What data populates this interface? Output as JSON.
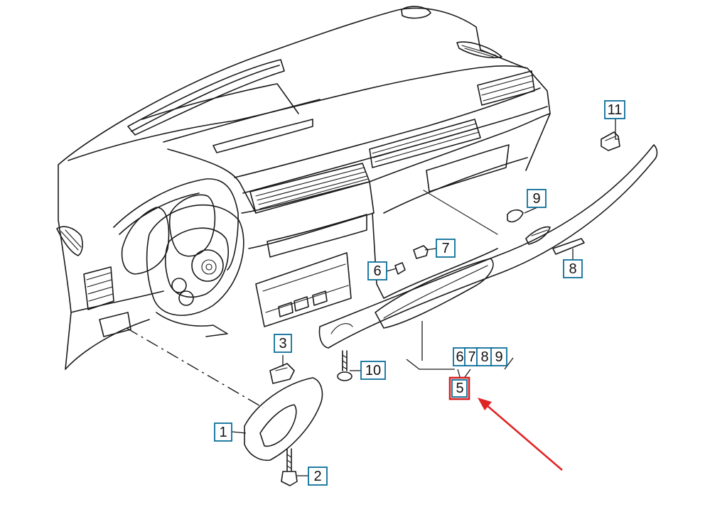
{
  "callouts": {
    "c1": "1",
    "c2": "2",
    "c3": "3",
    "c5": "5",
    "c6": "6",
    "c7": "7",
    "c8": "8",
    "c9": "9",
    "c10": "10",
    "c11": "11",
    "c6b": "6",
    "c7b": "7",
    "c8b": "8",
    "c9b": "9"
  },
  "colors": {
    "callout_border": "#0b6e99",
    "highlight_border": "#d42020",
    "arrow": "#e02424",
    "line_art": "#1a1a1a"
  }
}
